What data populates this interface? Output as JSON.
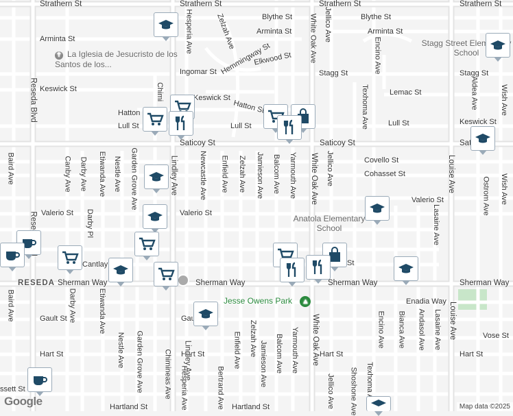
{
  "map": {
    "streets_h": {
      "strathern_w": "Strathern St",
      "strathern_c": "Strathern St",
      "strathern_m": "Strathern St",
      "strathern_e": "Strathern St",
      "blythe_m": "Blythe St",
      "blythe_e": "Blythe St",
      "arminta_w": "Arminta St",
      "arminta_m": "Arminta St",
      "arminta_e": "Arminta St",
      "elkwood": "Elkwood St",
      "ingomar": "Ingomar St",
      "stagg_m": "Stagg St",
      "stagg_e": "Stagg St",
      "keswick_w": "Keswick St",
      "keswick_c": "Keswick St",
      "keswick_e": "Keswick St",
      "lemac": "Lemac St",
      "hatton_w": "Hatton St",
      "hatton_c": "Hatton St",
      "lull_w": "Lull St",
      "lull_c": "Lull St",
      "lull_e": "Lull St",
      "saticoy_w": "Saticoy St",
      "saticoy_m": "Saticoy St",
      "saticoy_e": "Saticoy St",
      "covello": "Covello St",
      "cohasset": "Cohasset St",
      "valerio_w": "Valerio St",
      "valerio_m": "Valerio St",
      "valerio_e": "Valerio St",
      "cantlay": "Cantlay",
      "cantlay_e": "St",
      "reseda_label": "RESEDA",
      "sherman_w": "Sherman Way",
      "sherman_m": "Sherman Way",
      "sherman_e": "Sherman Way",
      "sherman_ee": "Sherman Way",
      "enadia": "Enadia Way",
      "gault_w": "Gault St",
      "gault_c": "Gau",
      "vose": "Vose St",
      "hart_w": "Hart St",
      "hart_m": "Hart St",
      "hart_e": "Hart St",
      "hartland": "Hartland St",
      "hartland_e": "Hartland St",
      "bassett": "ssett St"
    },
    "streets_v": {
      "hesperia_n": "Hesperia Ave",
      "zelzah_n": "Zelzah Ave",
      "hemmingway": "Hemmingway St",
      "whiteoak_n": "White Oak Ave",
      "jellico_n": "Jellico Ave",
      "encino_n": "Encino Ave",
      "texhoma_n": "Texhoma Ave",
      "aldea_n": "Aldea Ave",
      "wish_n": "Wish Ave",
      "reseda_blvd": "Reseda Blvd",
      "chimineas_n": "Chimi",
      "baird_m": "Baird Ave",
      "canby": "Canby Ave",
      "darby_m": "Darby Ave",
      "etiwanda_m": "Etiwanda Ave",
      "nestle_m": "Nestle Ave",
      "gardengrove_m": "Garden Grove Ave",
      "lindley_m": "Lindley Ave",
      "newcastle": "Newcastle Ave",
      "enfield_m": "Enfield Ave",
      "zelzah_m": "Zelzah Ave",
      "jamieson_m": "Jamieson Ave",
      "balcom_m": "Balcom Ave",
      "yarmouth_m": "Yarmouth Ave",
      "whiteoak_m": "White Oak Ave",
      "jellico_m": "Jellico Ave",
      "louise_m": "Louise Ave",
      "ostrom": "Ostrom Ave",
      "lasaine_m": "Lasaine Ave",
      "wish_m": "Wish Ave",
      "darby_pl": "Darby Pl",
      "baird_s": "Baird Ave",
      "darby_s": "Darby Ave",
      "etiwanda_s": "Etiwanda Ave",
      "nestle_s": "Nestle Ave",
      "gardengrove_s": "Garden Grove Ave",
      "chimineas_s": "Chimineas Ave",
      "lindley_s": "Lindley Ave",
      "hesperia_s": "Hesperia Ave",
      "bertrand": "Bertrand Ave",
      "enfield_s": "Enfield Ave",
      "zelzah_s": "Zelzah Ave",
      "jamieson_s": "Jamieson Ave",
      "balcom_s": "Balcom Ave",
      "yarmouth_s": "Yarmouth Ave",
      "whiteoak_s": "White Oak Ave",
      "jellico_s": "Jellico Ave",
      "shoshone": "Shoshone Ave",
      "texhoma_s": "Texhoma Ave",
      "encino_s": "Encino Ave",
      "bianca": "Bianca Ave",
      "andasol": "Andasol Ave",
      "lasaine_s": "Lasaine Ave",
      "louise_s": "Louise Ave"
    },
    "places": {
      "church": "La Iglesia de Jesucristo de los Santos de los...",
      "stagg_school": "Stagg Street Elementary School",
      "anatola_school": "Anatola Elementary School",
      "park": "Jesse Owens Park"
    },
    "footer": {
      "logo": "Google",
      "attribution": "Map data ©2025"
    },
    "icons": [
      "school-icon",
      "shopping-cart-icon",
      "restaurant-icon",
      "shopping-bag-icon",
      "cafe-icon",
      "church-icon",
      "park-icon",
      "highway-shield-icon"
    ],
    "colors": {
      "background": "#f4f4f4",
      "road": "#ffffff",
      "arterial": "#e4e4e4",
      "park": "#c8e6c9",
      "pin_border": "#9aaab8",
      "icon": "#1f4a66"
    }
  }
}
